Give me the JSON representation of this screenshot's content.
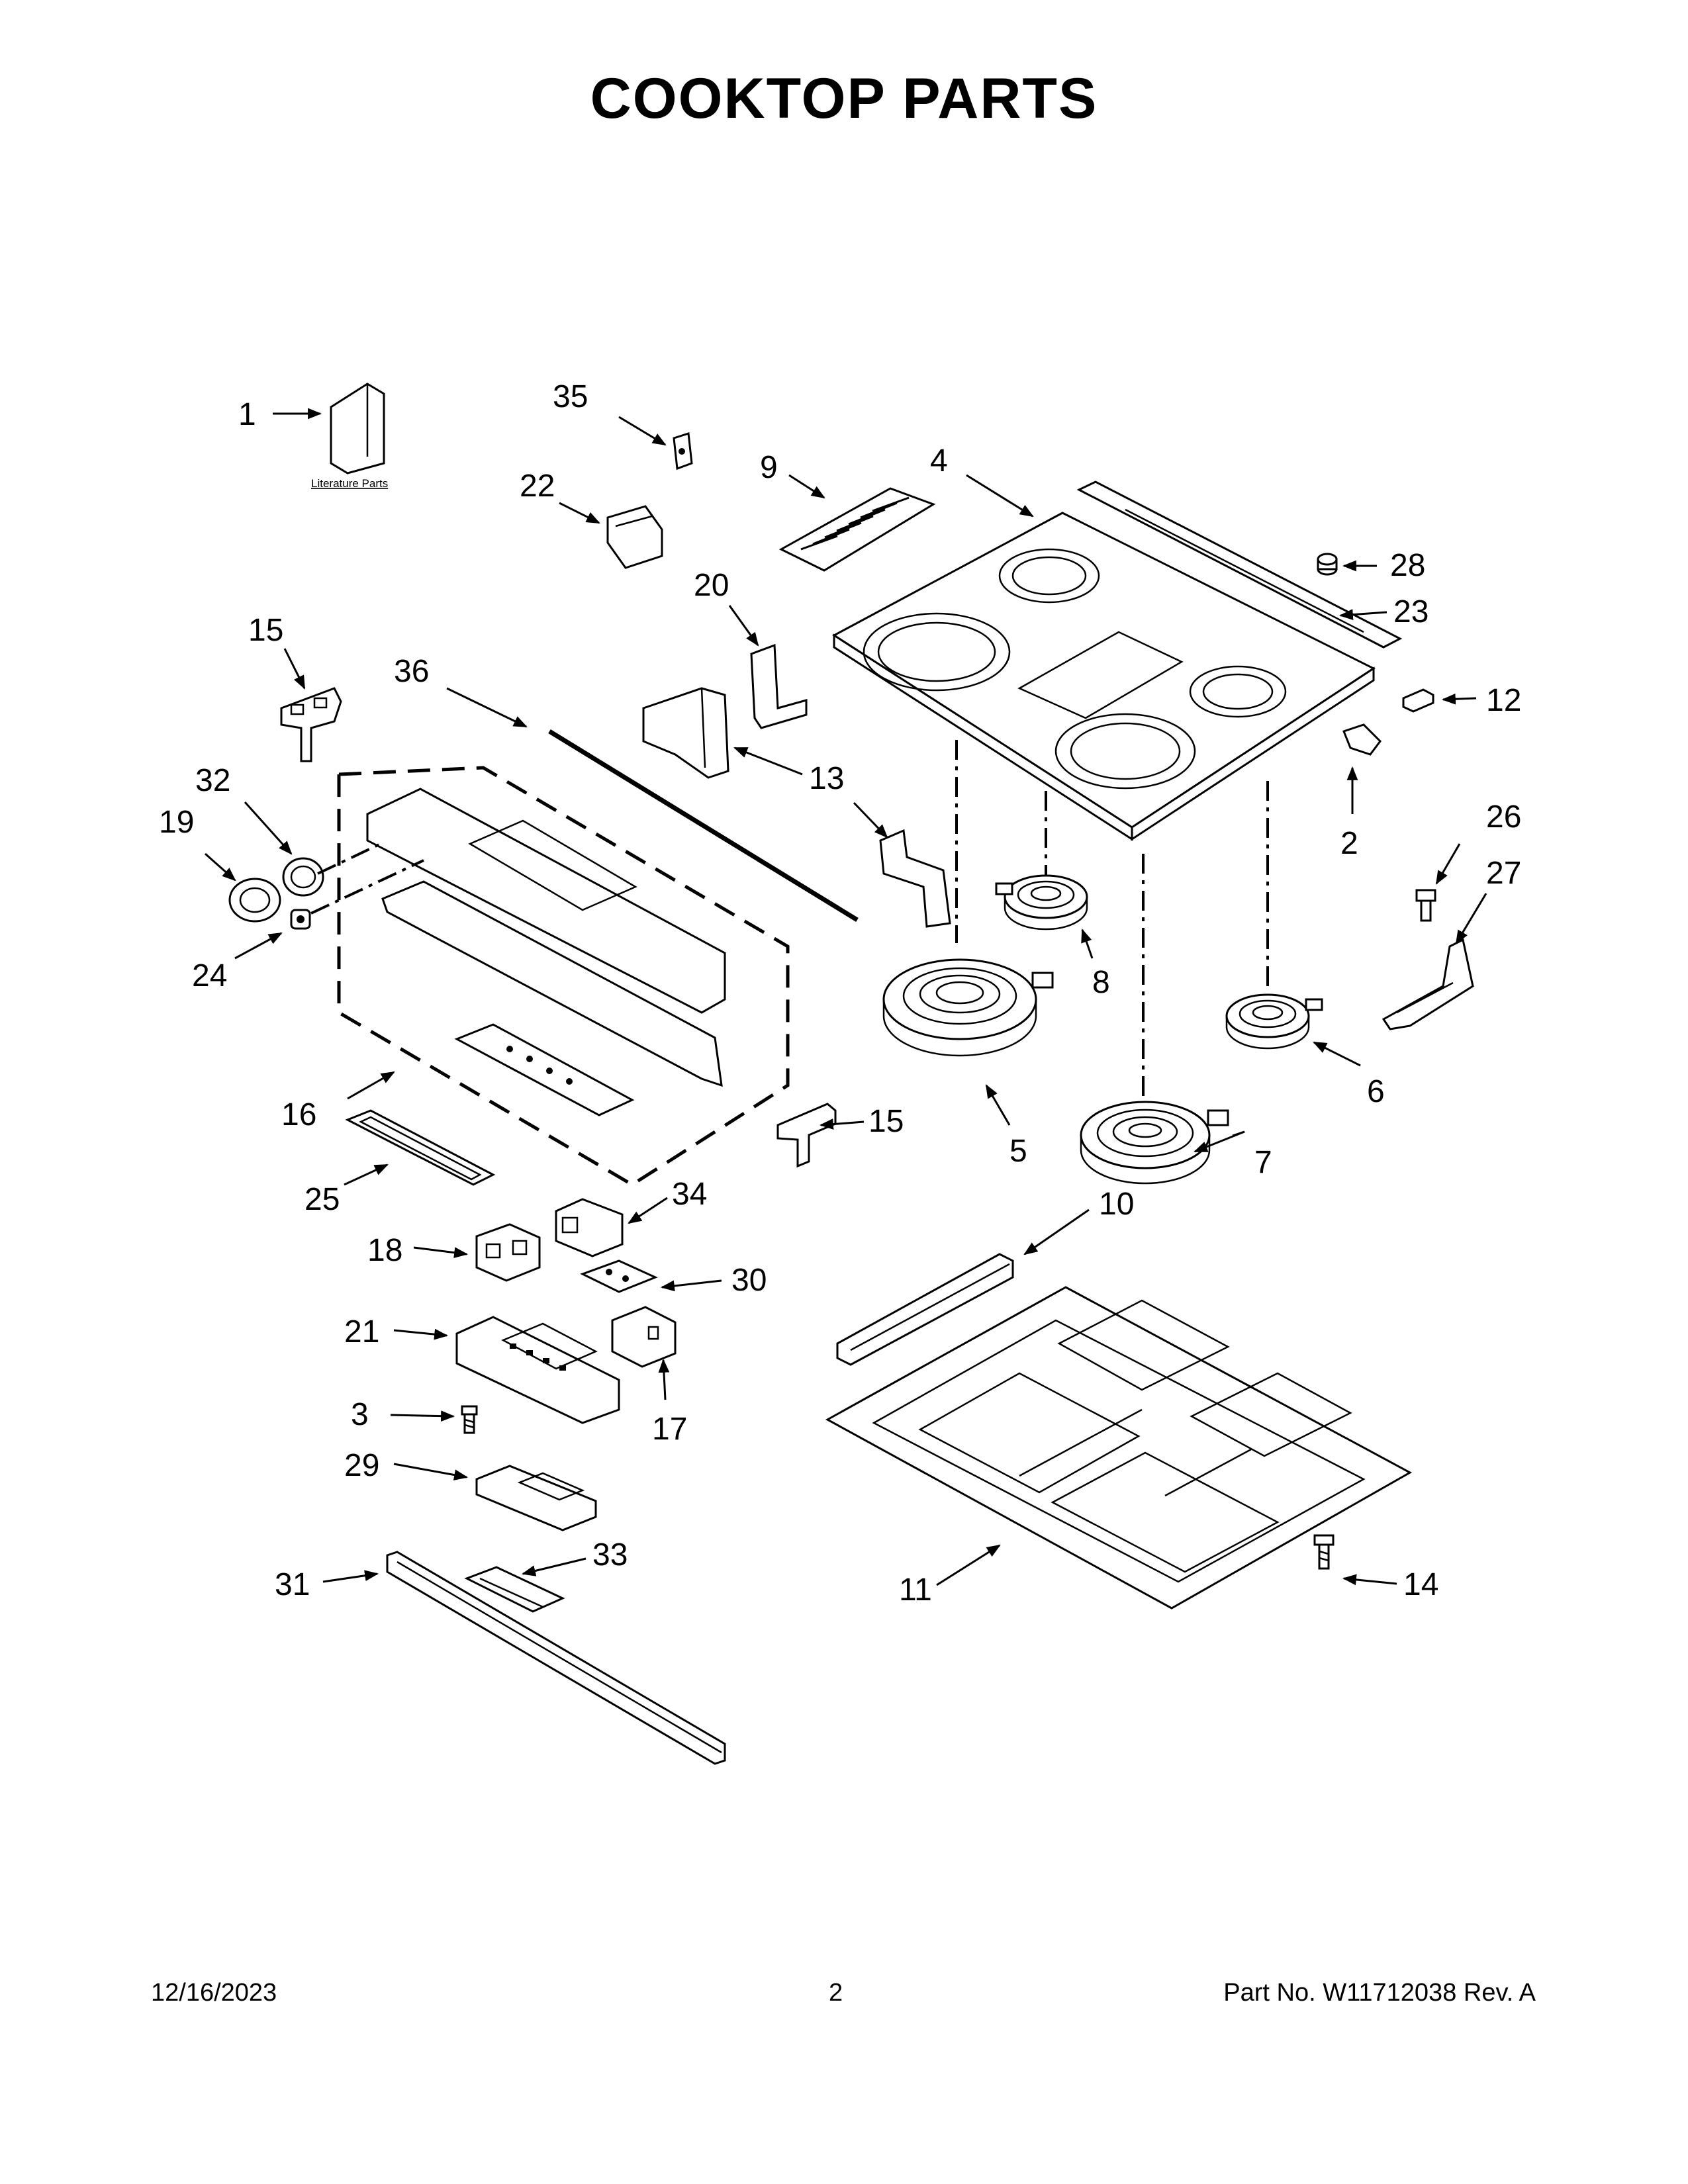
{
  "title": "COOKTOP PARTS",
  "literature_label": "Literature Parts",
  "callouts": {
    "c1": "1",
    "c2": "2",
    "c3": "3",
    "c4": "4",
    "c5": "5",
    "c6": "6",
    "c7": "7",
    "c8": "8",
    "c9": "9",
    "c10": "10",
    "c11": "11",
    "c12": "12",
    "c13": "13",
    "c14": "14",
    "c15a": "15",
    "c15b": "15",
    "c16": "16",
    "c17": "17",
    "c18": "18",
    "c19": "19",
    "c20": "20",
    "c21": "21",
    "c22": "22",
    "c23": "23",
    "c24": "24",
    "c25": "25",
    "c26": "26",
    "c27": "27",
    "c28": "28",
    "c29": "29",
    "c30": "30",
    "c31": "31",
    "c32": "32",
    "c33": "33",
    "c34": "34",
    "c35": "35",
    "c36": "36"
  },
  "footer": {
    "date": "12/16/2023",
    "page": "2",
    "part": "Part No.  W11712038  Rev.  A"
  }
}
